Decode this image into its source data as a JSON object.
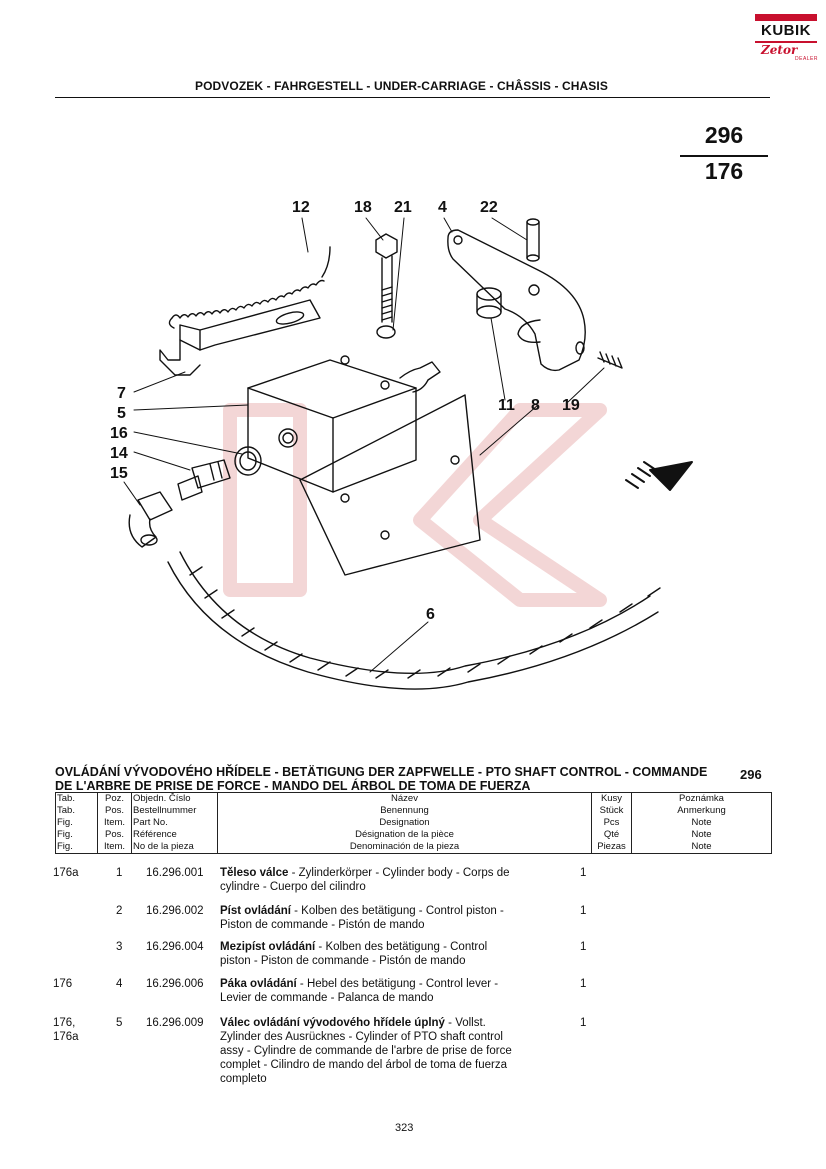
{
  "logo": {
    "brand": "KUBIK",
    "sub": "Zetor",
    "tag": "DEALER"
  },
  "header": {
    "title": "PODVOZEK - FAHRGESTELL - UNDER-CARRIAGE - CHÂSSIS - CHASIS"
  },
  "figure": {
    "top": "296",
    "bottom": "176"
  },
  "callouts": {
    "c12": "12",
    "c18": "18",
    "c21": "21",
    "c4": "4",
    "c22": "22",
    "c7": "7",
    "c5": "5",
    "c16": "16",
    "c14": "14",
    "c15": "15",
    "c11": "11",
    "c8": "8",
    "c19": "19",
    "c6": "6"
  },
  "section": {
    "line1": "OVLÁDÁNÍ VÝVODOVÉHO HŘÍDELE - BETÄTIGUNG DER ZAPFWELLE - PTO SHAFT CONTROL - COMMANDE",
    "line2": "DE L'ARBRE DE PRISE DE FORCE - MANDO DEL ÁRBOL DE TOMA DE FUERZA",
    "number": "296"
  },
  "columns": {
    "tab": [
      "Tab.",
      "Tab.",
      "Fig.",
      "Fig.",
      "Fig."
    ],
    "pos": [
      "Poz.",
      "Pos.",
      "Item.",
      "Pos.",
      "Item."
    ],
    "part": [
      "Objedn. Číslo",
      "Bestellnummer",
      "Part No.",
      "Référence",
      "No de la pieza"
    ],
    "name": [
      "Název",
      "Benennung",
      "Designation",
      "Désignation de la pièce",
      "Denominación de la pieza"
    ],
    "qty": [
      "Kusy",
      "Stück",
      "Pcs",
      "Qté",
      "Piezas"
    ],
    "note": [
      "Poznámka",
      "Anmerkung",
      "Note",
      "Note",
      "Note"
    ]
  },
  "rows": [
    {
      "tab": [
        "176a"
      ],
      "pos": "1",
      "part": "16.296.001",
      "name_bold": "Těleso válce",
      "name_lines": [
        " - Zylinderkörper - Cylinder body - Corps de",
        "cylindre - Cuerpo del cilindro"
      ],
      "qty": "1"
    },
    {
      "tab": [],
      "pos": "2",
      "part": "16.296.002",
      "name_bold": "Píst ovládání",
      "name_lines": [
        " - Kolben des betätigung - Control piston -",
        "Piston de commande - Pistón de mando"
      ],
      "qty": "1"
    },
    {
      "tab": [],
      "pos": "3",
      "part": "16.296.004",
      "name_bold": "Mezipíst ovládání",
      "name_lines": [
        " - Kolben des betätigung - Control",
        "piston - Piston de commande - Pistón de mando"
      ],
      "qty": "1"
    },
    {
      "tab": [
        "176"
      ],
      "pos": "4",
      "part": "16.296.006",
      "name_bold": "Páka ovládání",
      "name_lines": [
        " - Hebel des betätigung - Control lever -",
        "Levier de commande - Palanca de mando"
      ],
      "qty": "1"
    },
    {
      "tab": [
        "176,",
        "176a"
      ],
      "pos": "5",
      "part": "16.296.009",
      "name_bold": "Válec ovládání vývodového hřídele úplný",
      "name_lines": [
        " - Vollst.",
        "Zylinder des Ausrücknes - Cylinder of PTO shaft control",
        "assy - Cylindre de commande de l'arbre de prise de force",
        "complet - Cilindro de mando del árbol de toma de fuerza",
        "completo"
      ],
      "qty": "1"
    }
  ],
  "page_number": "323"
}
